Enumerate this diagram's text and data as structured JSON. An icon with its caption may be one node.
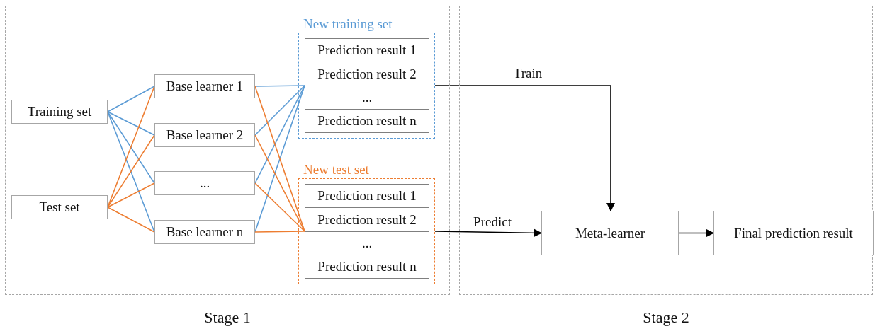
{
  "diagram": {
    "nodes": [
      {
        "text": [
          "Stage 1"
        ]
      },
      {
        "text": [
          "Stage 2"
        ]
      },
      {
        "text": [
          "Training set"
        ],
        "in": 0
      },
      {
        "text": [
          "Test set"
        ],
        "in": 0
      },
      {
        "text": [
          "Base learner 1"
        ],
        "in": 0
      },
      {
        "text": [
          "Base learner 2"
        ],
        "in": 0
      },
      {
        "text": [
          "..."
        ],
        "in": 0
      },
      {
        "text": [
          "Base learner n"
        ],
        "in": 0
      },
      {
        "text": [
          "New training set"
        ],
        "in": 0
      },
      {
        "text": [
          "Prediction result 1"
        ],
        "in": 8
      },
      {
        "text": [
          "Prediction result 2"
        ],
        "in": 8
      },
      {
        "text": [
          "..."
        ],
        "in": 8
      },
      {
        "text": [
          "Prediction result n"
        ],
        "in": 8
      },
      {
        "text": [
          "New test set"
        ],
        "in": 0
      },
      {
        "text": [
          "Prediction result 1"
        ],
        "in": 13
      },
      {
        "text": [
          "Prediction result 2"
        ],
        "in": 13
      },
      {
        "text": [
          "..."
        ],
        "in": 13
      },
      {
        "text": [
          "Prediction result n"
        ],
        "in": 13
      },
      {
        "text": [
          "Meta-learner"
        ],
        "in": 1
      },
      {
        "text": [
          "Final prediction result"
        ],
        "in": 1
      }
    ],
    "edges": [
      {
        "from": 2,
        "to": 4,
        "arrow": "none",
        "color": "#5b9bd5"
      },
      {
        "from": 2,
        "to": 5,
        "arrow": "none",
        "color": "#5b9bd5"
      },
      {
        "from": 2,
        "to": 6,
        "arrow": "none",
        "color": "#5b9bd5"
      },
      {
        "from": 2,
        "to": 7,
        "arrow": "none",
        "color": "#5b9bd5"
      },
      {
        "from": 3,
        "to": 4,
        "arrow": "none",
        "color": "#ed7d31"
      },
      {
        "from": 3,
        "to": 5,
        "arrow": "none",
        "color": "#ed7d31"
      },
      {
        "from": 3,
        "to": 6,
        "arrow": "none",
        "color": "#ed7d31"
      },
      {
        "from": 3,
        "to": 7,
        "arrow": "none",
        "color": "#ed7d31"
      },
      {
        "from": 4,
        "to": 8,
        "arrow": "none",
        "color": "#5b9bd5"
      },
      {
        "from": 5,
        "to": 8,
        "arrow": "none",
        "color": "#5b9bd5"
      },
      {
        "from": 6,
        "to": 8,
        "arrow": "none",
        "color": "#5b9bd5"
      },
      {
        "from": 7,
        "to": 8,
        "arrow": "none",
        "color": "#5b9bd5"
      },
      {
        "from": 4,
        "to": 13,
        "arrow": "none",
        "color": "#ed7d31"
      },
      {
        "from": 5,
        "to": 13,
        "arrow": "none",
        "color": "#ed7d31"
      },
      {
        "from": 6,
        "to": 13,
        "arrow": "none",
        "color": "#ed7d31"
      },
      {
        "from": 7,
        "to": 13,
        "arrow": "none",
        "color": "#ed7d31"
      },
      {
        "from": 8,
        "to": 18,
        "arrow": "to",
        "label": "Train",
        "color": "#000000"
      },
      {
        "from": 13,
        "to": 18,
        "arrow": "to",
        "label": "Predict",
        "color": "#000000"
      },
      {
        "from": 18,
        "to": 19,
        "arrow": "to",
        "color": "#000000"
      }
    ]
  }
}
